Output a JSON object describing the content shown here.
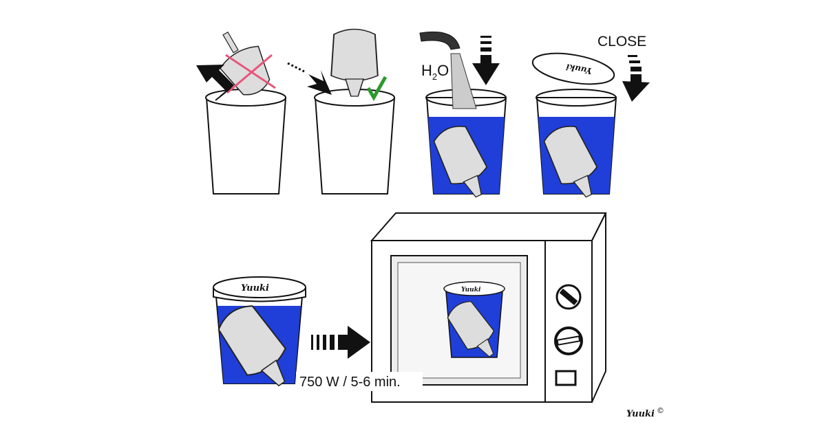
{
  "labels": {
    "h2o_h": "H",
    "h2o_sub": "2",
    "h2o_o": "O",
    "close": "CLOSE",
    "power_time": "750 W / 5-6 min.",
    "brand": "Yuuki",
    "copyright": "©"
  },
  "lid_logo": "Yuuki",
  "colors": {
    "water": "#1f3fd8",
    "wrong_cross": "#e8557a",
    "correct_check": "#2a9a2a",
    "outline": "#111111"
  },
  "icons": [
    "wrong-cross-icon",
    "check-icon",
    "arrow-icon",
    "faucet-icon"
  ]
}
